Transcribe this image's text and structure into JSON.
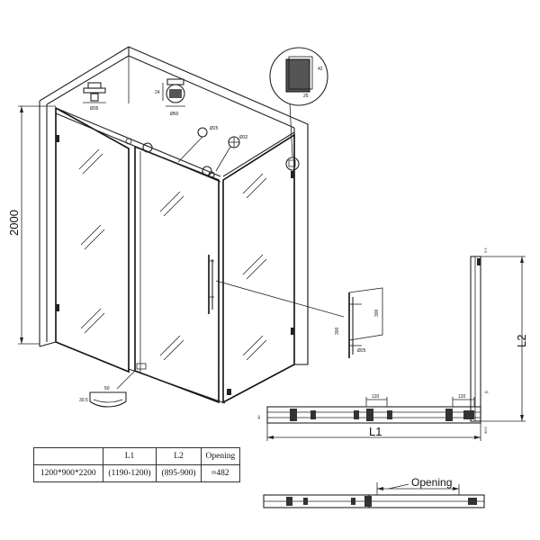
{
  "dimensions": {
    "height": "2000",
    "l1_label": "L1",
    "l2_label": "L2",
    "opening_label": "Opening"
  },
  "detail_labels": {
    "top_bracket_dia": "Ø35",
    "roller_dia": "Ø60",
    "roller_height": "24",
    "stopper_dia": "Ø25",
    "knob_dia": "Ø32",
    "wall_profile_w": "42",
    "wall_profile_d": "25",
    "handle_height": "300",
    "handle_length": "300",
    "handle_dia": "Ø25",
    "guide_w": "50",
    "guide_h": "30.5",
    "plan_left_dim": "120",
    "plan_right_dim": "120",
    "plan_side_a": "40",
    "plan_side_b": "30.5",
    "plan_mid": "15",
    "side_top": "5.5"
  },
  "spec_table": {
    "headers": [
      "",
      "L1",
      "L2",
      "Opening"
    ],
    "rows": [
      [
        "1200*900*2200",
        "(1190-1200)",
        "(895-900)",
        "≈482"
      ]
    ]
  }
}
